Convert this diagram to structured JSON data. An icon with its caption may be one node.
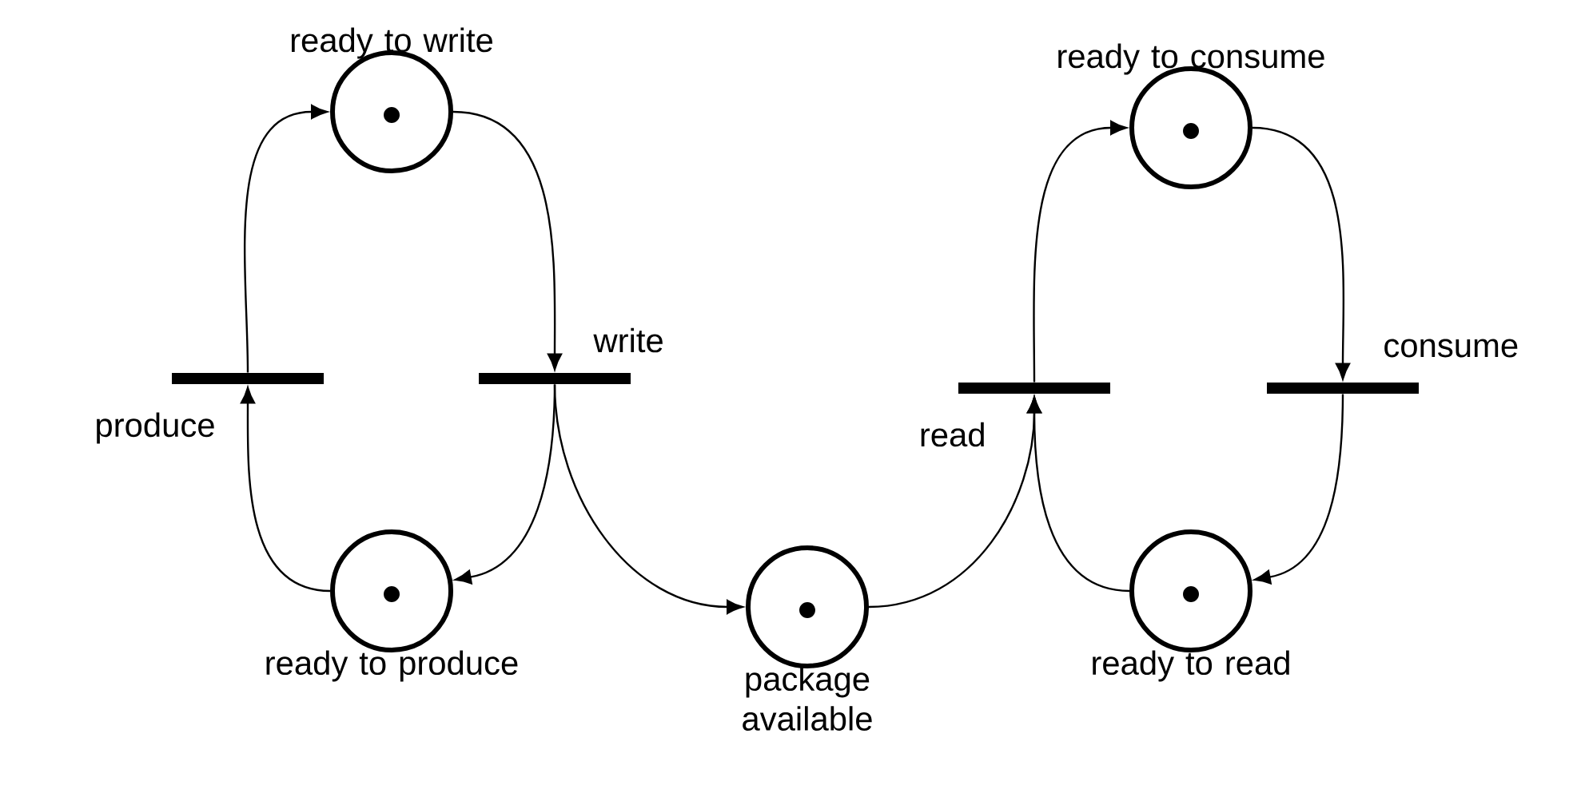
{
  "diagram": {
    "nodes": [
      {
        "text": [],
        "shape": "circle",
        "beside": [
          "ready to write"
        ]
      },
      {
        "text": [],
        "shape": "circle",
        "beside": [
          "ready to produce"
        ]
      },
      {
        "text": [],
        "shape": "bar",
        "beside": [
          "produce"
        ]
      },
      {
        "text": [],
        "shape": "bar",
        "beside": [
          "write"
        ]
      },
      {
        "text": [],
        "shape": "circle",
        "beside": [
          "package available"
        ]
      },
      {
        "text": [],
        "shape": "bar",
        "beside": [
          "read"
        ]
      },
      {
        "text": [],
        "shape": "circle",
        "beside": [
          "ready to consume"
        ]
      },
      {
        "text": [],
        "shape": "bar",
        "beside": [
          "consume"
        ]
      },
      {
        "text": [],
        "shape": "circle",
        "beside": [
          "ready to read"
        ]
      }
    ],
    "edges": [
      {
        "from": 2,
        "to": 0,
        "arrow": "to"
      },
      {
        "from": 1,
        "to": 2,
        "arrow": "to"
      },
      {
        "from": 0,
        "to": 3,
        "arrow": "to"
      },
      {
        "from": 3,
        "to": 1,
        "arrow": "to"
      },
      {
        "from": 3,
        "to": 4,
        "arrow": "to"
      },
      {
        "from": 4,
        "to": 5,
        "arrow": "to"
      },
      {
        "from": 5,
        "to": 6,
        "arrow": "to"
      },
      {
        "from": 8,
        "to": 5,
        "arrow": "to"
      },
      {
        "from": 6,
        "to": 7,
        "arrow": "to"
      },
      {
        "from": 7,
        "to": 8,
        "arrow": "to"
      }
    ]
  }
}
